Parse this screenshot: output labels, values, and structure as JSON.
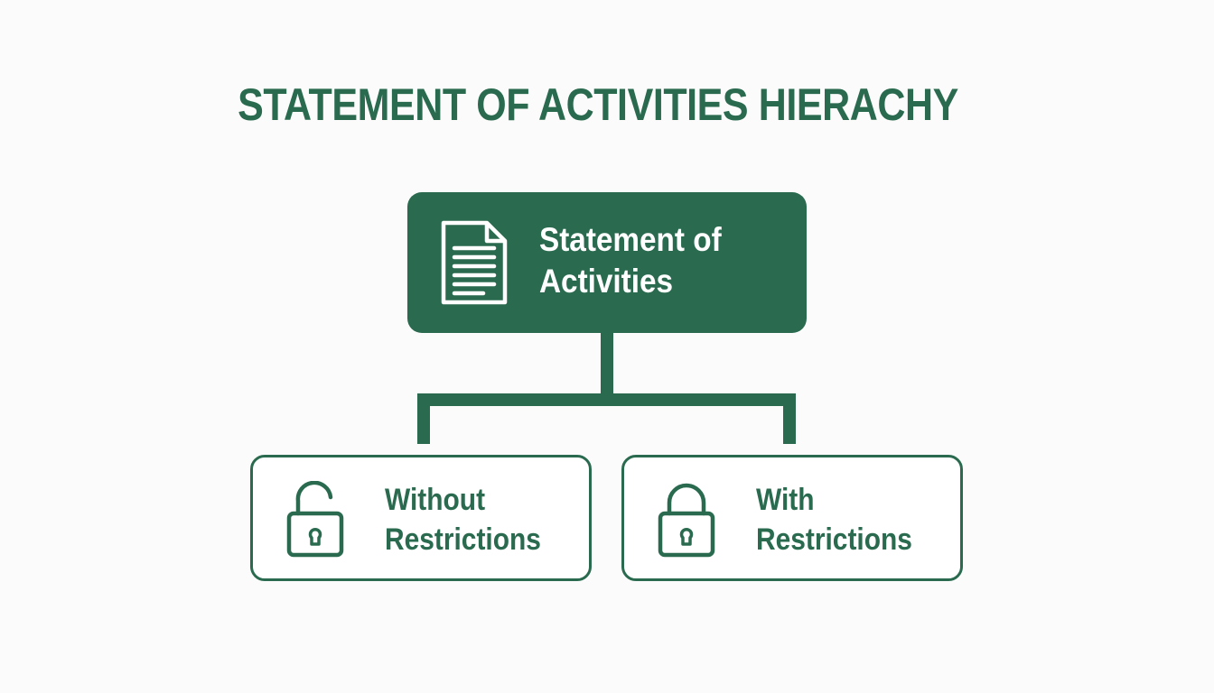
{
  "title": "STATEMENT OF ACTIVITIES HIERACHY",
  "colors": {
    "primary": "#2a6b50",
    "text_on_primary": "#ffffff",
    "background": "#fbfbfb"
  },
  "root": {
    "label_line1": "Statement of",
    "label_line2": "Activities",
    "icon": "document-icon"
  },
  "children": [
    {
      "label_line1": "Without",
      "label_line2": "Restrictions",
      "icon": "unlocked-padlock-icon"
    },
    {
      "label_line1": "With",
      "label_line2": "Restrictions",
      "icon": "locked-padlock-icon"
    }
  ]
}
